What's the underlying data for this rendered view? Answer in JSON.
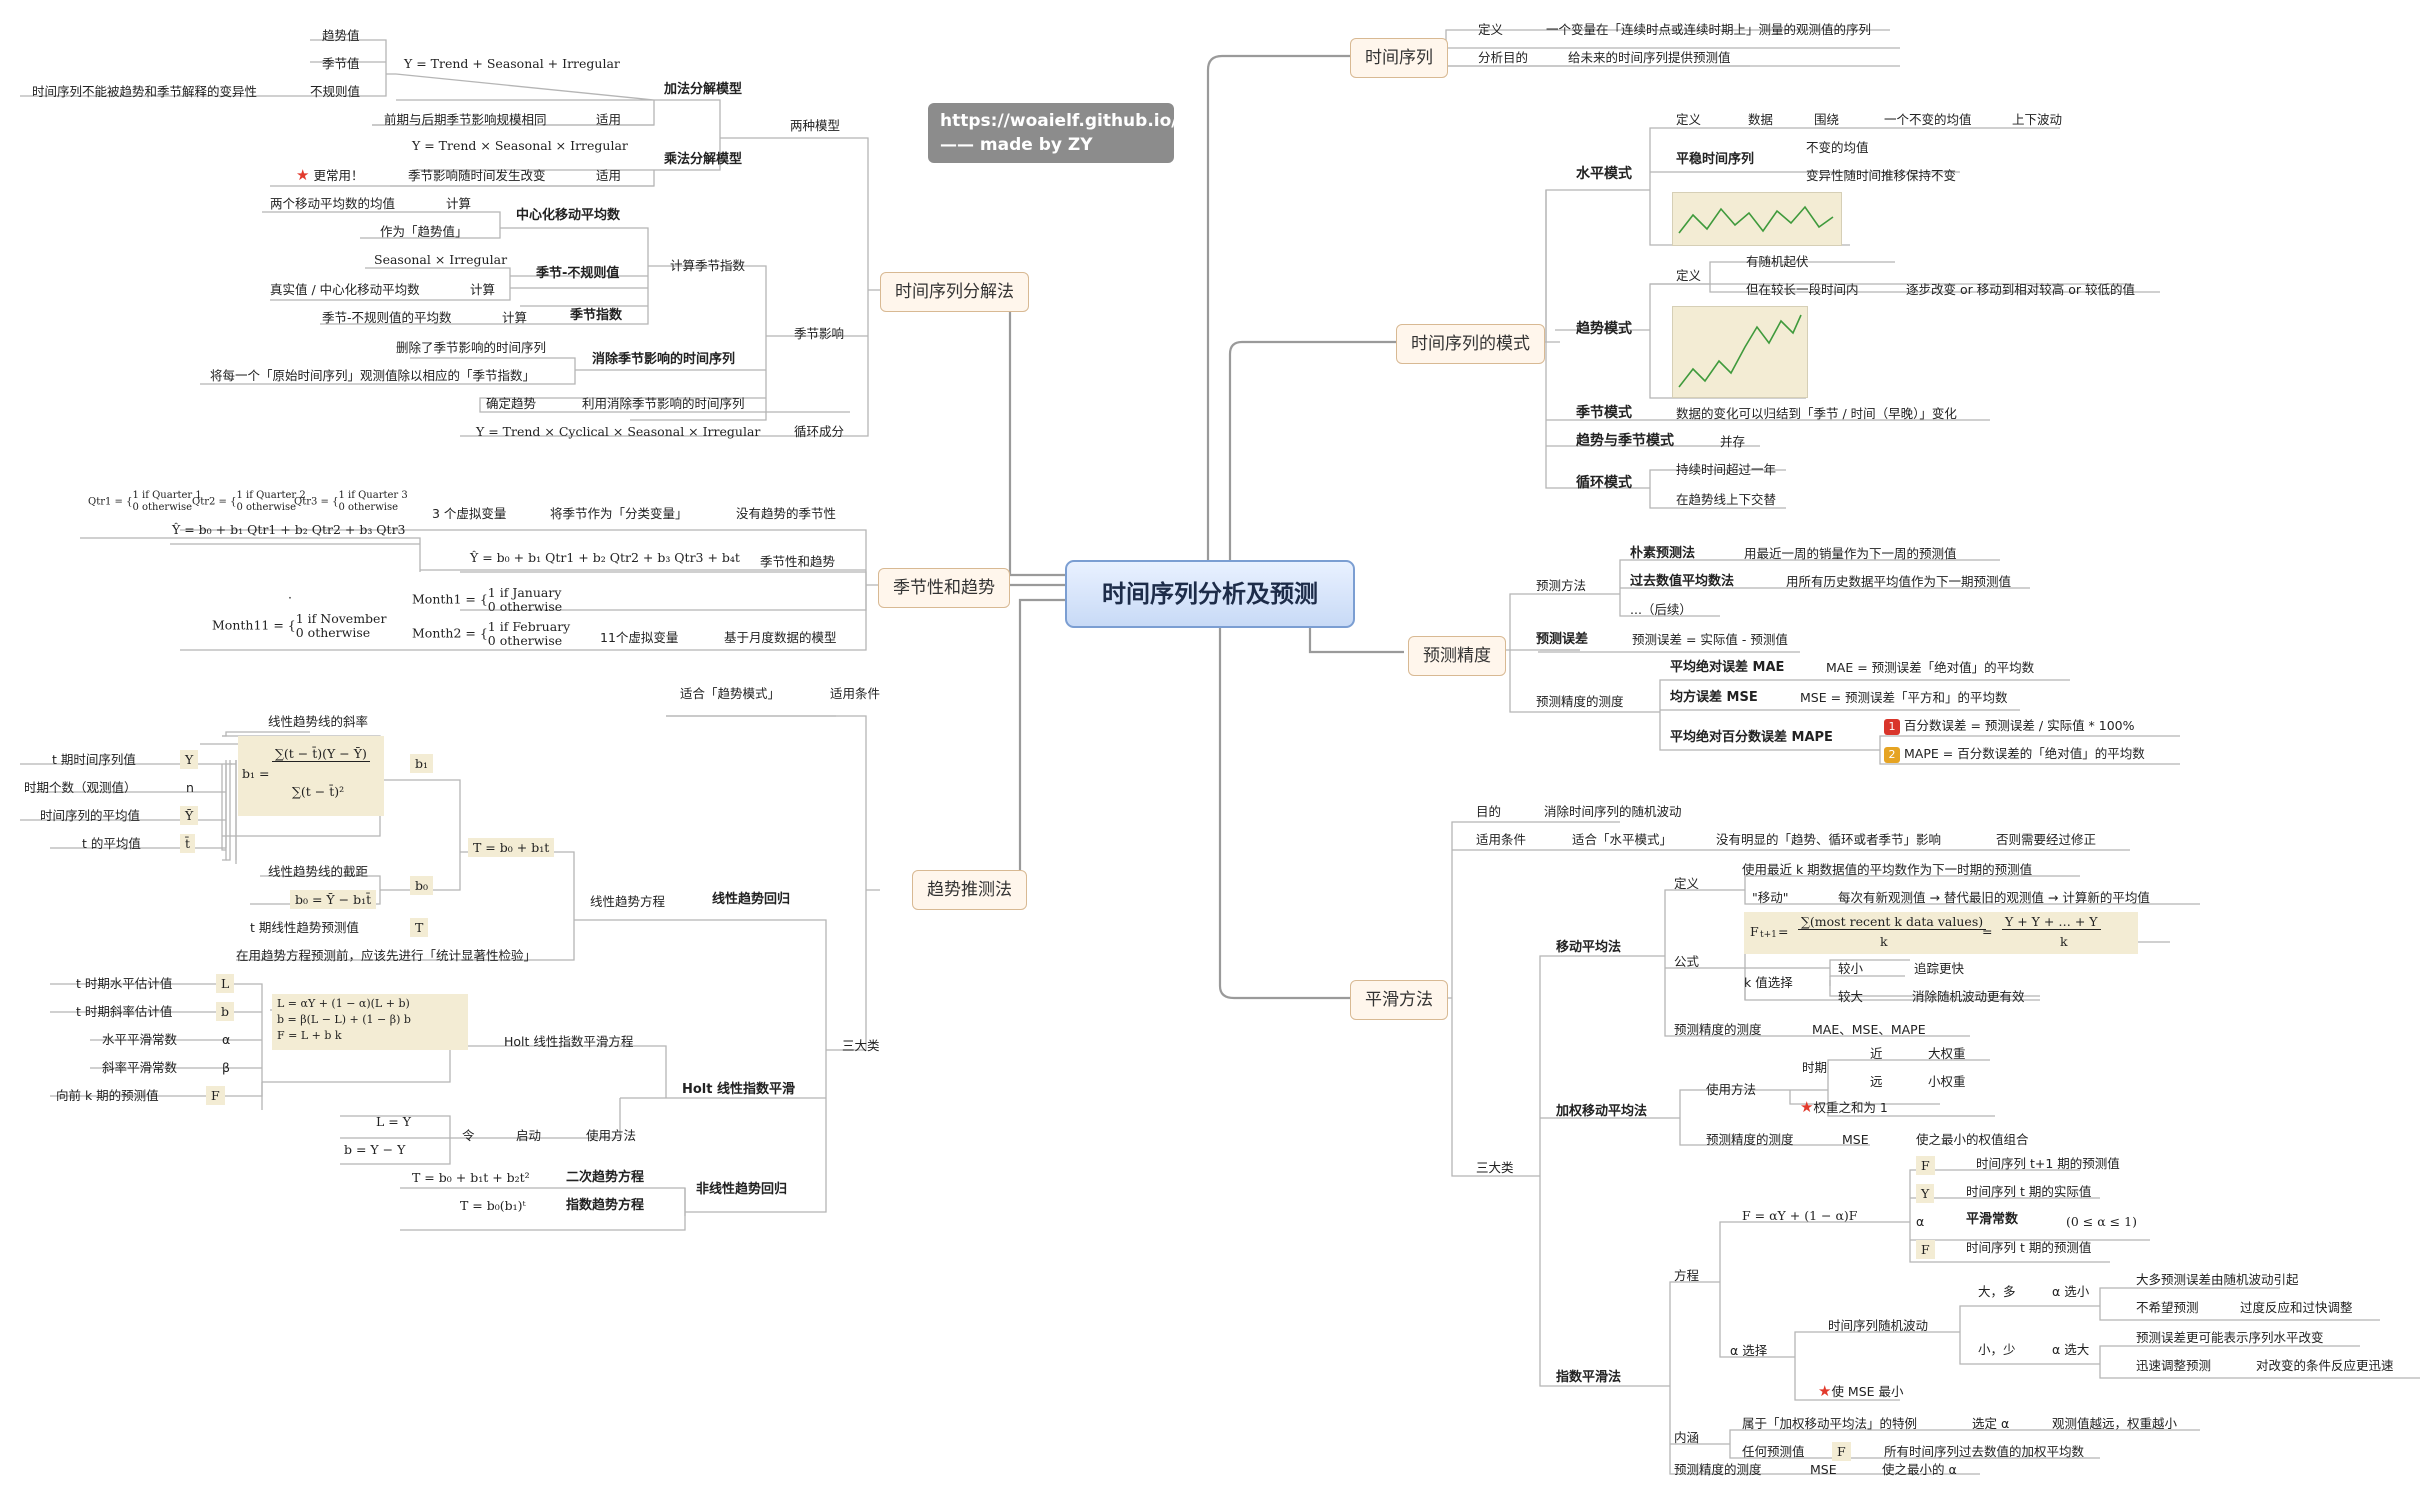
{
  "root": "时间序列分析及预测",
  "watermark": {
    "line1": "https://woaielf.github.io/",
    "line2": "—— made by ZY"
  },
  "right": {
    "ts": {
      "title": "时间序列",
      "def_k": "定义",
      "def_v": "一个变量在「连续时点或连续时期上」测量的观测值的序列",
      "goal_k": "分析目的",
      "goal_v": "给未来的时间序列提供预测值"
    },
    "pattern": {
      "title": "时间序列的模式",
      "h": "水平模式",
      "h_def": "定义",
      "h_data": "数据",
      "h_around": "围绕",
      "h_mean": "一个不变的均值",
      "h_fluct": "上下波动",
      "stationary": "平稳时间序列",
      "s1": "不变的均值",
      "s2": "变异性随时间推移保持不变",
      "t": "趋势模式",
      "t_def": "定义",
      "t1": "有随机起伏",
      "t2": "但在较长一段时间内",
      "t3": "逐步改变 or 移动到相对较高 or 较低的值",
      "season": "季节模式",
      "season_v": "数据的变化可以归结到「季节 / 时间（早晚）」变化",
      "ts": "趋势与季节模式",
      "ts_v": "并存",
      "cycle": "循环模式",
      "c1": "持续时间超过一年",
      "c2": "在趋势线上下交替"
    },
    "acc": {
      "title": "预测精度",
      "method": "预测方法",
      "naive": "朴素预测法",
      "naive_v": "用最近一周的销量作为下一周的预测值",
      "pastavg": "过去数值平均数法",
      "pastavg_v": "用所有历史数据平均值作为下一期预测值",
      "later": "...（后续）",
      "err": "预测误差",
      "err_v": "预测误差 = 实际值 - 预测值",
      "measure": "预测精度的测度",
      "mae": "平均绝对误差 MAE",
      "mae_v": "MAE = 预测误差「绝对值」的平均数",
      "mse": "均方误差 MSE",
      "mse_v": "MSE = 预测误差「平方和」的平均数",
      "mape": "平均绝对百分数误差 MAPE",
      "b1": "1",
      "mape1": "百分数误差 = 预测误差 / 实际值 * 100%",
      "b2": "2",
      "mape2": "MAPE = 百分数误差的「绝对值」的平均数"
    },
    "smooth": {
      "title": "平滑方法",
      "aim_k": "目的",
      "aim_v": "消除时间序列的随机波动",
      "cond_k": "适用条件",
      "cond_v": "适合「水平模式」",
      "cond_v2": "没有明显的「趋势、循环或者季节」影响",
      "cond_v3": "否则需要经过修正",
      "three": "三大类",
      "ma": "移动平均法",
      "ma_def": "定义",
      "ma_d1": "使用最近 k 期数据值的平均数作为下一时期的预测值",
      "ma_move": "\"移动\"",
      "ma_move_v": "每次有新观测值 → 替代最旧的观测值 → 计算新的平均值",
      "formula": "公式",
      "ma_f_lhs": "F",
      "ma_f_num": "∑(most recent k data values)",
      "ma_f_den": "k",
      "ma_f_rnum": "Y + Y + … + Y",
      "ma_f_rden": "k",
      "k_sel": "k 值选择",
      "small": "较小",
      "small_v": "追踪更快",
      "big": "较大",
      "big_v": "消除随机波动更有效",
      "ma_acc": "预测精度的测度",
      "ma_acc_v": "MAE、MSE、MAPE",
      "wma": "加权移动平均法",
      "usage": "使用方法",
      "period": "时期",
      "near": "近",
      "near_v": "大权重",
      "far": "远",
      "far_v": "小权重",
      "wsum": "权重之和为 1",
      "wma_acc": "预测精度的测度",
      "wma_mse": "MSE",
      "wma_min": "使之最小的权值组合",
      "es": "指数平滑法",
      "proc": "方程",
      "es_eq": "F = αY + (1 − α)F",
      "es_f1": "F",
      "es_f1_v": "时间序列 t+1 期的预测值",
      "es_y": "Y",
      "es_y_v": "时间序列 t 期的实际值",
      "es_a": "α",
      "es_a_v": "平滑常数",
      "es_a_r": "(0 ≤ α ≤ 1)",
      "es_ft": "F",
      "es_ft_v": "时间序列 t 期的预测值",
      "a_sel": "α 选择",
      "rand": "时间序列随机波动",
      "large": "大，多",
      "a_small": "α 选小",
      "l1": "大多预测误差由随机波动引起",
      "l2": "不希望预测",
      "l2b": "过度反应和过快调整",
      "less": "小，少",
      "a_big": "α 选大",
      "s1": "预测误差更可能表示序列水平改变",
      "s2": "迅速调整预测",
      "s2b": "对改变的条件反应更迅速",
      "min_mse": "使 MSE 最小",
      "inner": "内涵",
      "inner1": "属于「加权移动平均法」的特例",
      "inner1b": "选定 α",
      "inner1c": "观测值越远，权重越小",
      "inner2": "任何预测值",
      "inner2f": "F",
      "inner2b": "所有时间序列过去数值的加权平均数",
      "es_acc": "预测精度的测度",
      "es_mse": "MSE",
      "es_min": "使之最小的 α"
    }
  },
  "left": {
    "decomp": {
      "title": "时间序列分解法",
      "two": "两种模型",
      "add": "加法分解模型",
      "add_eq": "Y = Trend + Seasonal + Irregular",
      "trend_val": "趋势值",
      "season_val": "季节值",
      "irr_val": "不规则值",
      "irr_desc": "时间序列不能被趋势和季节解释的变异性",
      "use": "适用",
      "add_use": "前期与后期季节影响规模相同",
      "mul": "乘法分解模型",
      "mul_eq": "Y = Trend × Seasonal × Irregular",
      "mul_use": "季节影响随时间发生改变",
      "common": "更常用！",
      "season_eff": "季节影响",
      "calc_idx": "计算季节指数",
      "cma": "中心化移动平均数",
      "calc": "计算",
      "cma_v": "两个移动平均数的均值",
      "cma_as": "作为「趋势值」",
      "sirr": "季节-不规则值",
      "sirr_eq": "Seasonal × Irregular",
      "sirr_v": "真实值 / 中心化移动平均数",
      "sidx": "季节指数",
      "sidx_v": "季节-不规则值的平均数",
      "deseason": "消除季节影响的时间序列",
      "deseason1": "删除了季节影响的时间序列",
      "deseason2": "将每一个「原始时间序列」观测值除以相应的「季节指数」",
      "trend_det": "确定趋势",
      "trend_det_v": "利用消除季节影响的时间序列",
      "cycle": "循环成分",
      "cycle_eq": "Y = Trend × Cyclical × Seasonal × Irregular"
    },
    "season": {
      "title": "季节性和趋势",
      "q1": "Qtr1 =",
      "q1a": "1 if Quarter 1",
      "q1b": "0 otherwise",
      "q2": "Qtr2 =",
      "q2a": "1 if Quarter 2",
      "q2b": "0 otherwise",
      "q3": "Qtr3 =",
      "q3a": "1 if Quarter 3",
      "q3b": "0 otherwise",
      "dummy3": "3 个虚拟变量",
      "as_cat": "将季节作为「分类变量」",
      "no_trend": "没有趋势的季节性",
      "eq_q": "Ŷ = b₀ + b₁ Qtr1 + b₂ Qtr2 + b₃ Qtr3",
      "eq_t": "Ŷ = b₀ + b₁ Qtr1 + b₂ Qtr2 + b₃ Qtr3 + b₄t",
      "with_trend": "季节性和趋势",
      "m1": "Month1 =",
      "m1a": "1 if January",
      "m1b": "0 otherwise",
      "m2": "Month2 =",
      "m2a": "1 if February",
      "m2b": "0 otherwise",
      "m11": "Month11 =",
      "m11a": "1 if November",
      "m11b": "0 otherwise",
      "dots": "·",
      "dummy11": "11个虚拟变量",
      "monthly": "基于月度数据的模型"
    },
    "trendp": {
      "title": "趋势推测法",
      "fit": "适合「趋势模式」",
      "fit_k": "适用条件",
      "three": "三大类",
      "lin": "线性趋势回归",
      "lin_eq": "线性趋势方程",
      "tt": "T = b₀ + b₁t",
      "slope": "线性趋势线的斜率",
      "b1": "b₁",
      "b1f_lhs": "b₁ =",
      "b1f_num": "∑(t − t̄)(Y − Ȳ)",
      "b1f_den": "∑(t − t̄)²",
      "yt": "t 期时间序列值",
      "yt_s": "Y",
      "n": "时期个数（观测值）",
      "n_s": "n",
      "ybar": "时间序列的平均值",
      "ybar_s": "Ȳ",
      "tbar": "t 的平均值",
      "tbar_s": "t̄",
      "icpt": "线性趋势线的截距",
      "b0": "b₀",
      "b0f": "b₀ = Ȳ − b₁t̄",
      "tt_pred": "t 期线性趋势预测值",
      "tt_s": "T",
      "check": "在用趋势方程预测前，应该先进行「统计显著性检验」",
      "holt": "Holt 线性指数平滑",
      "holt_eq": "Holt 线性指数平滑方程",
      "h1": "L = αY + (1 − α)(L + b)",
      "h2": "b = β(L − L) + (1 − β) b",
      "h3": "F = L + b k",
      "lt": "t 时期水平估计值",
      "lt_s": "L",
      "bt": "t 时期斜率估计值",
      "bt_s": "b",
      "alpha": "水平平滑常数",
      "alpha_s": "α",
      "beta": "斜率平滑常数",
      "beta_s": "β",
      "fk": "向前 k 期的预测值",
      "fk_s": "F",
      "use": "使用方法",
      "start": "启动",
      "let": "令",
      "l1": "L = Y",
      "bb1": "b = Y − Y",
      "nonlin": "非线性趋势回归",
      "quad": "二次趋势方程",
      "quad_eq": "T = b₀ + b₁t + b₂t²",
      "expo": "指数趋势方程",
      "expo_eq": "T = b₀(b₁)ᵗ"
    }
  }
}
